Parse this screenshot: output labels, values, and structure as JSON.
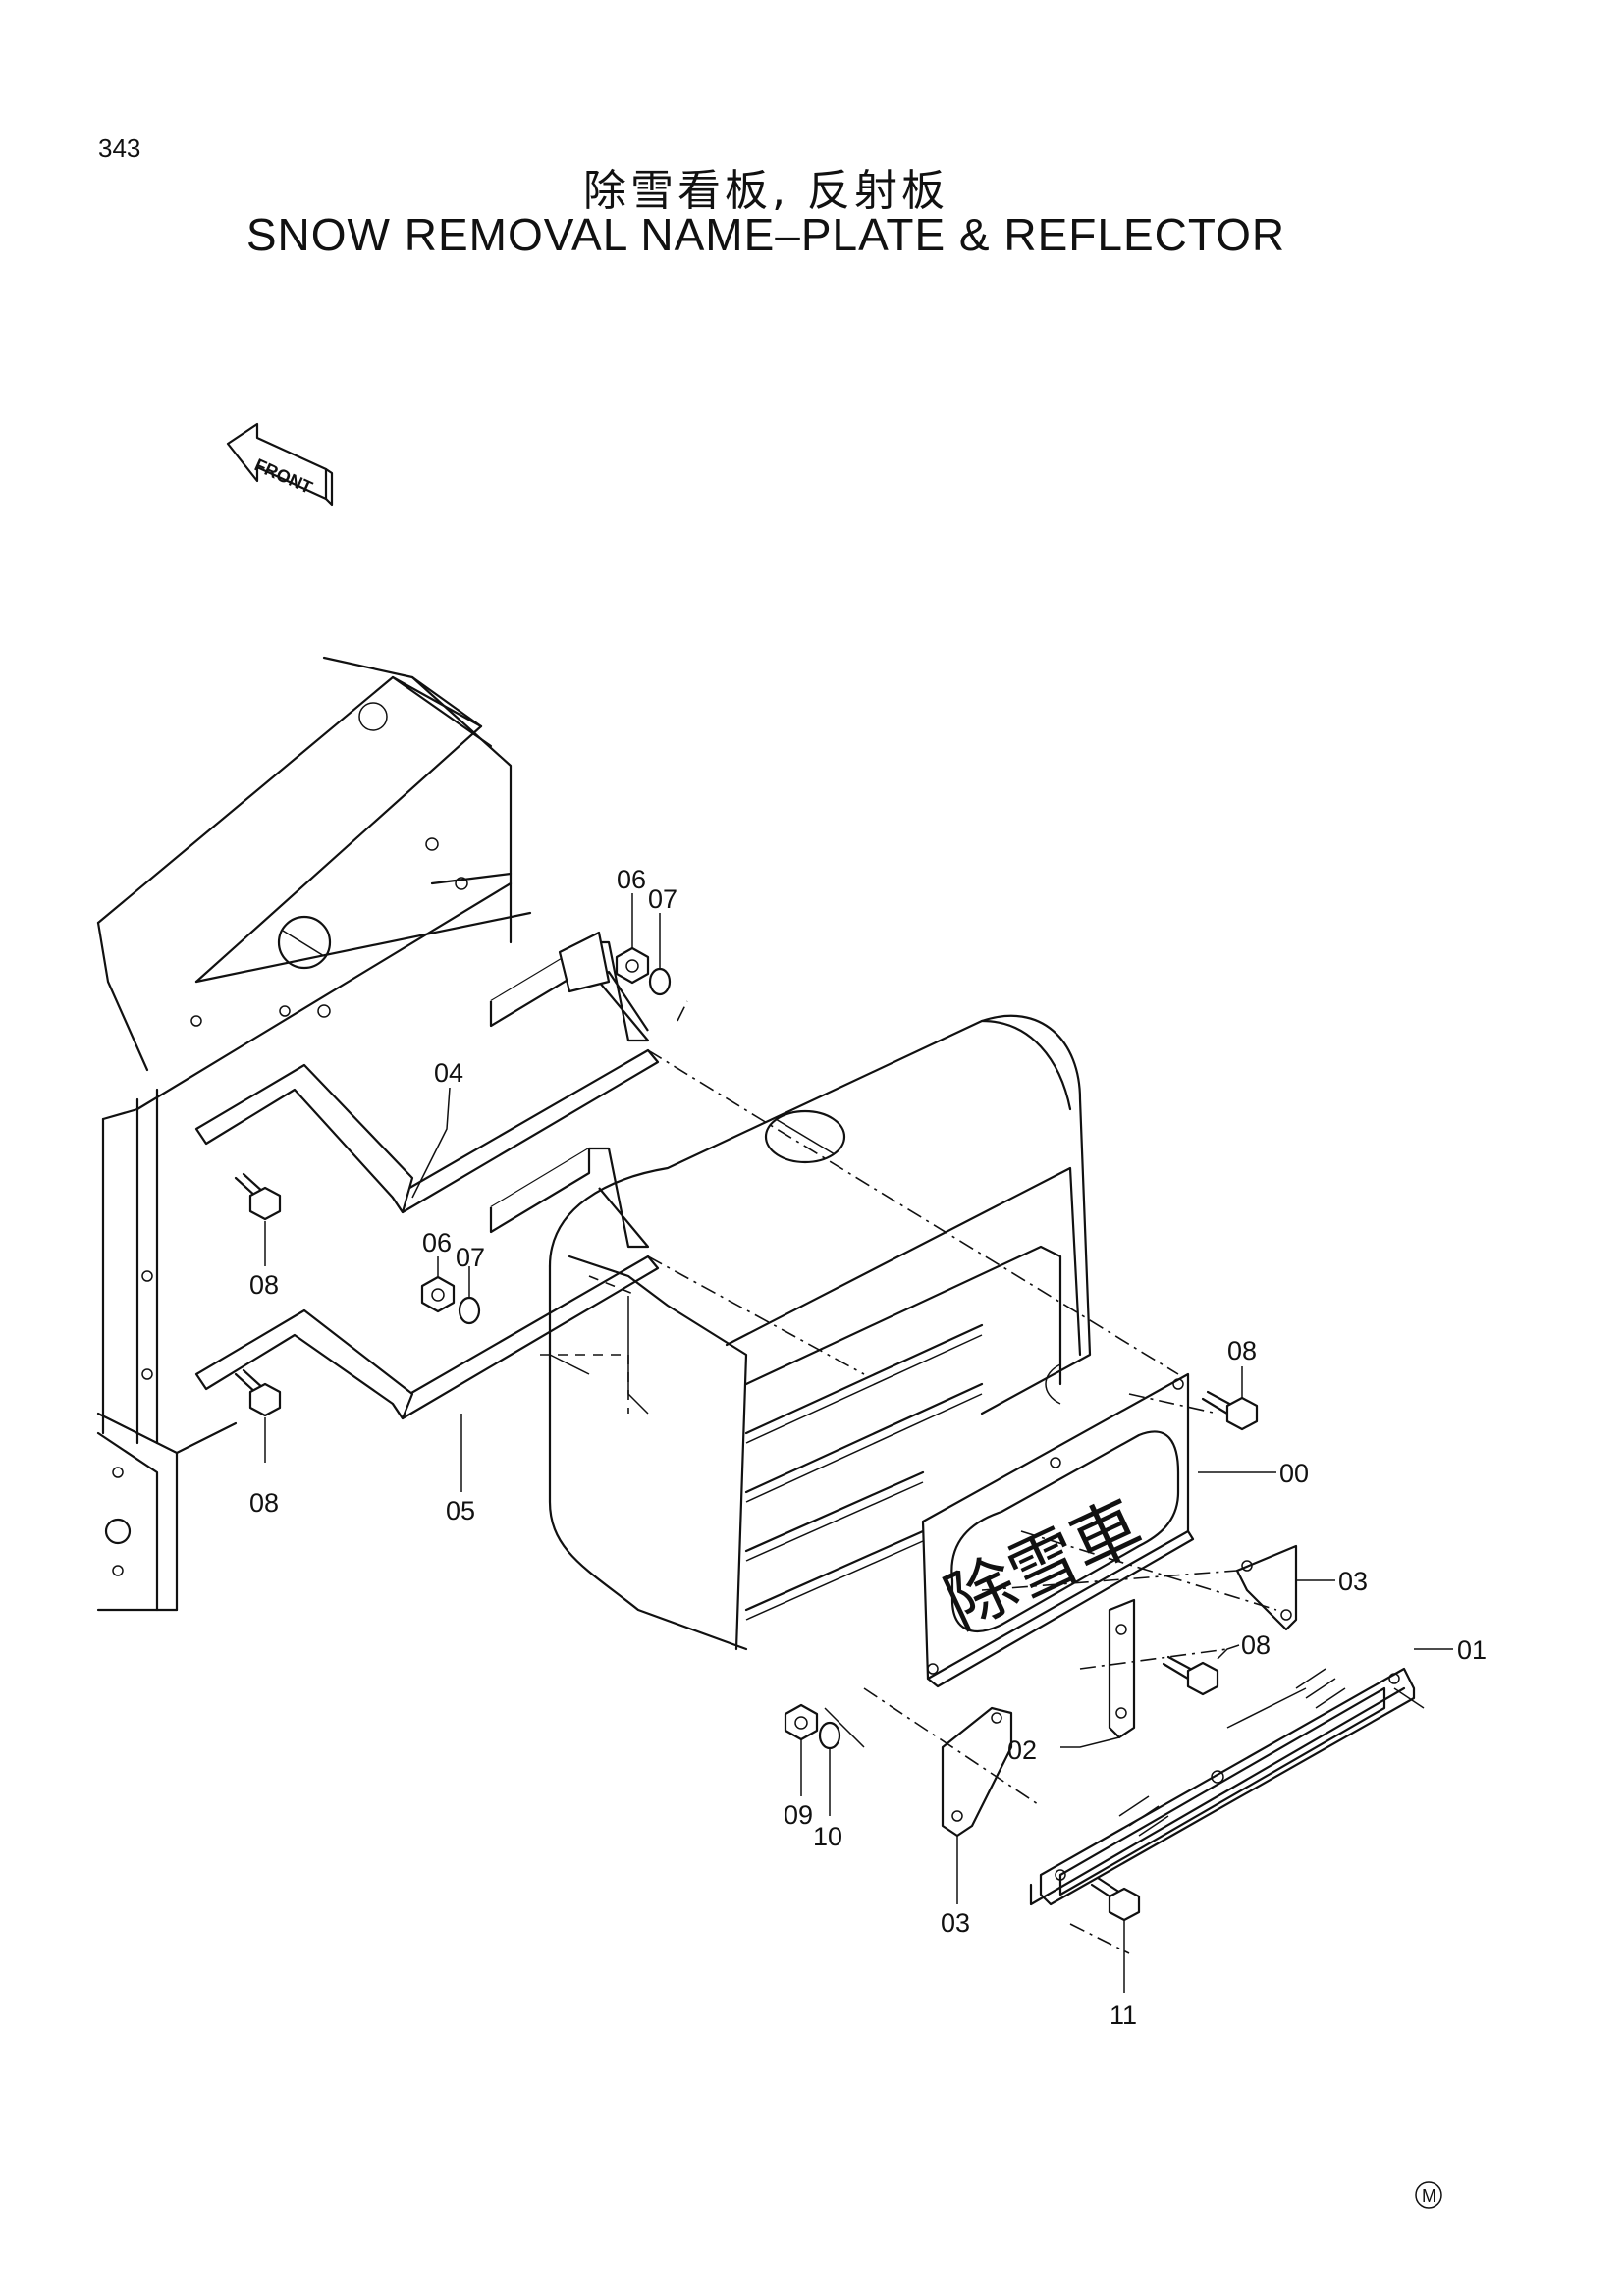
{
  "page_number": "343",
  "title_cn": "除雪看板, 反射板",
  "title_en": "SNOW  REMOVAL  NAME–PLATE & REFLECTOR",
  "front_label": "FRONT",
  "plate_text": "除雪車",
  "corner_mark": "M",
  "callouts": {
    "c00": "00",
    "c01": "01",
    "c02": "02",
    "c03a": "03",
    "c03b": "03",
    "c04": "04",
    "c05": "05",
    "c06a": "06",
    "c07a": "07",
    "c06b": "06",
    "c07b": "07",
    "c08a": "08",
    "c08b": "08",
    "c08c": "08",
    "c08d": "08",
    "c09": "09",
    "c10": "10",
    "c11": "11"
  }
}
